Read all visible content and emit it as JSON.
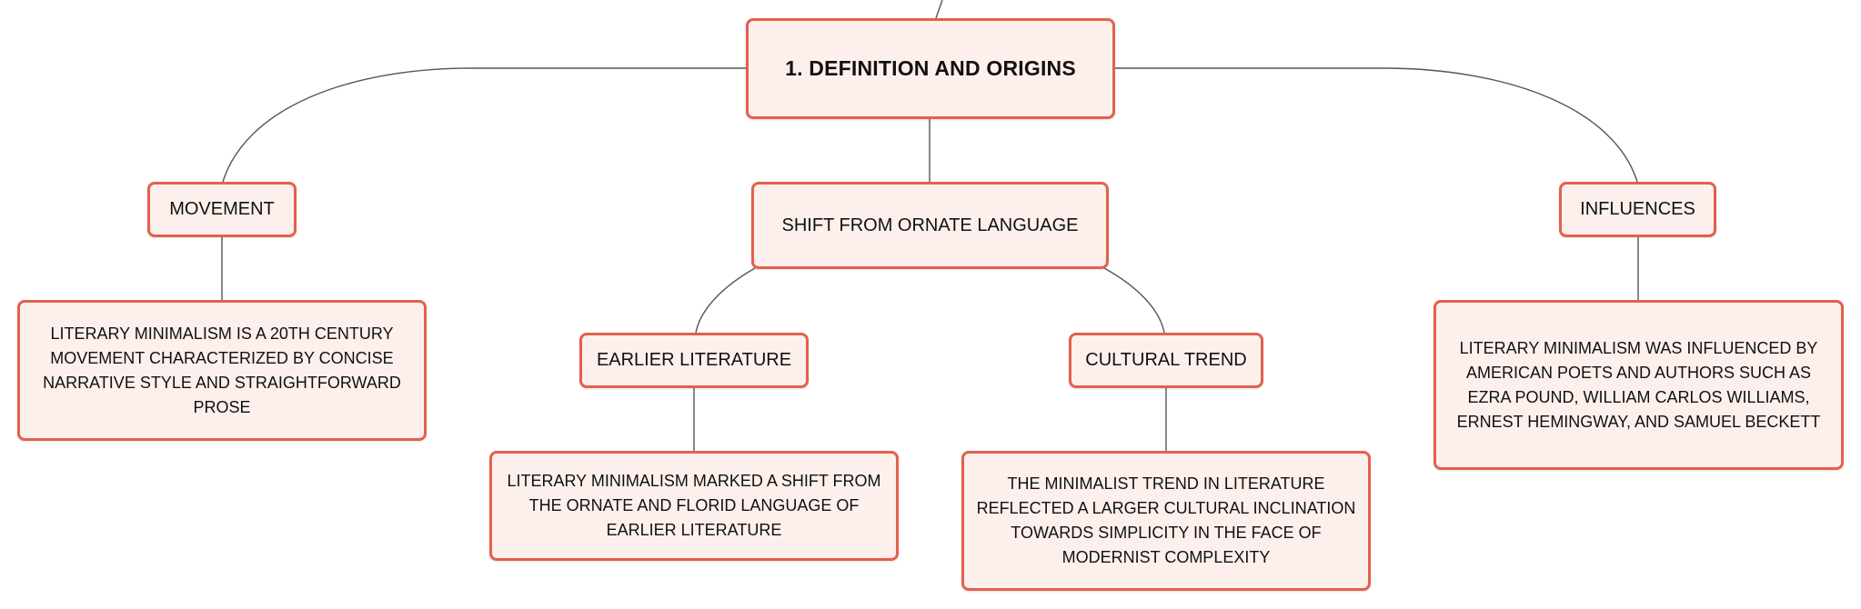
{
  "diagram": {
    "root": {
      "label": "1. DEFINITION AND ORIGINS"
    },
    "branches": {
      "movement": {
        "label": "MOVEMENT",
        "detail": "LITERARY MINIMALISM IS A 20TH CENTURY MOVEMENT CHARACTERIZED BY CONCISE NARRATIVE STYLE AND STRAIGHTFORWARD PROSE"
      },
      "shift": {
        "label": "SHIFT FROM ORNATE LANGUAGE",
        "earlier": {
          "label": "EARLIER LITERATURE",
          "detail": "LITERARY MINIMALISM MARKED A SHIFT FROM THE ORNATE AND FLORID LANGUAGE OF EARLIER LITERATURE"
        },
        "cultural": {
          "label": "CULTURAL TREND",
          "detail": "THE MINIMALIST TREND IN LITERATURE REFLECTED A LARGER CULTURAL INCLINATION TOWARDS SIMPLICITY IN THE FACE OF MODERNIST COMPLEXITY"
        }
      },
      "influences": {
        "label": "INFLUENCES",
        "detail": "LITERARY MINIMALISM WAS INFLUENCED BY AMERICAN POETS AND AUTHORS SUCH AS EZRA POUND, WILLIAM CARLOS WILLIAMS, ERNEST HEMINGWAY, AND SAMUEL BECKETT"
      }
    }
  },
  "colors": {
    "node_border": "#e4604c",
    "node_fill": "#fdf0ec",
    "connector": "#555555",
    "text": "#111111"
  }
}
